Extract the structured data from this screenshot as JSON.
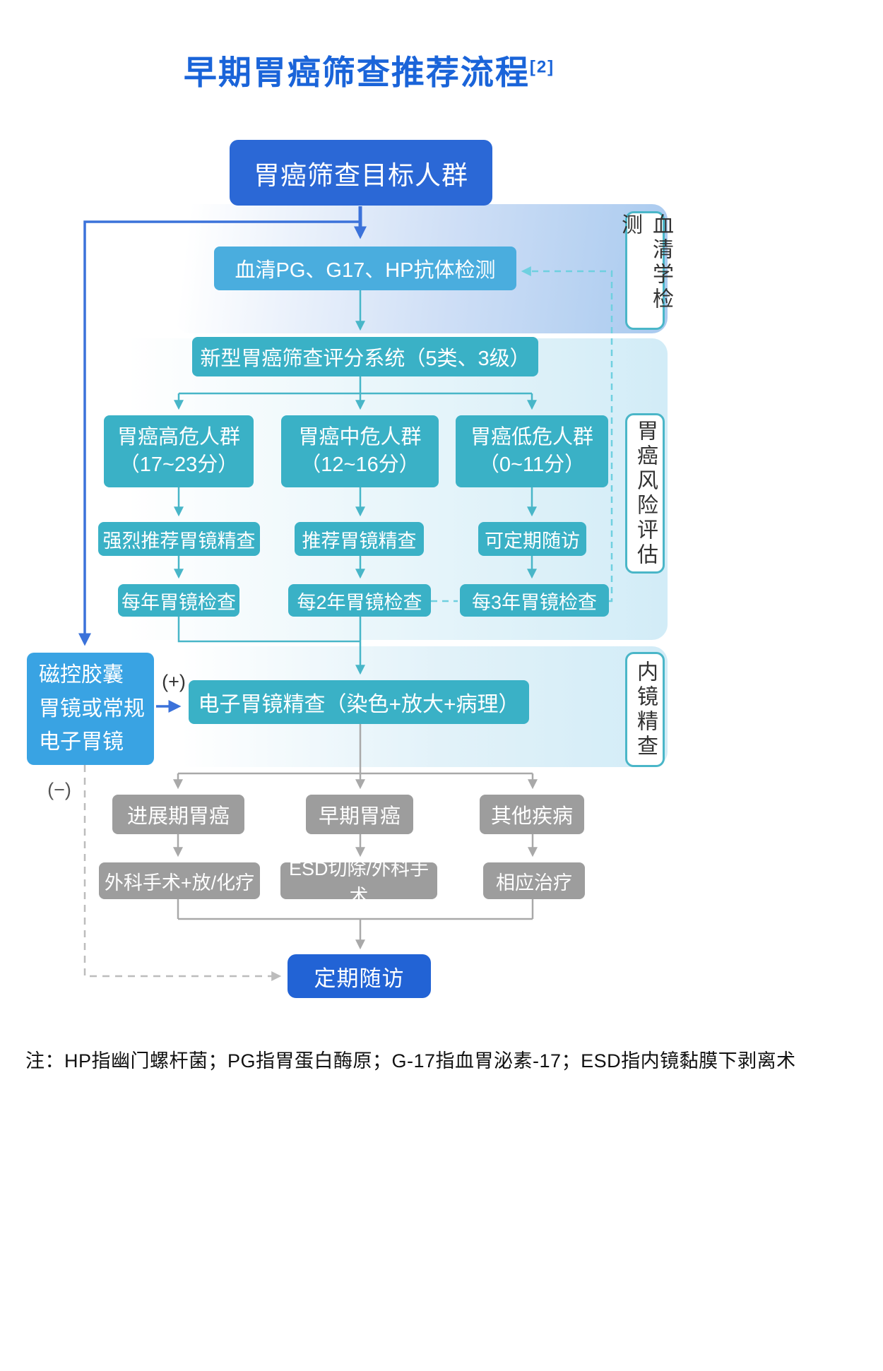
{
  "title": {
    "text": "早期胃癌筛查推荐流程",
    "sup": "[2]"
  },
  "flow": {
    "target": "胃癌筛查目标人群",
    "serum_test": "血清PG、G17、HP抗体检测",
    "scoring": "新型胃癌筛查评分系统（5类、3级）",
    "risk_high": {
      "line1": "胃癌高危人群",
      "line2": "（17~23分）"
    },
    "risk_mid": {
      "line1": "胃癌中危人群",
      "line2": "（12~16分）"
    },
    "risk_low": {
      "line1": "胃癌低危人群",
      "line2": "（0~11分）"
    },
    "rec_high": "强烈推荐胃镜精查",
    "rec_mid": "推荐胃镜精查",
    "rec_low": "可定期随访",
    "check_high": "每年胃镜检查",
    "check_mid": "每2年胃镜检查",
    "check_low": "每3年胃镜检查",
    "capsule": {
      "line1": "磁控胶囊",
      "line2": "胃镜或常规",
      "line3": "电子胃镜"
    },
    "endoscopy": "电子胃镜精查（染色+放大+病理）",
    "dx_advanced": "进展期胃癌",
    "dx_early": "早期胃癌",
    "dx_other": "其他疾病",
    "tx_surgery": "外科手术+放/化疗",
    "tx_esd": "ESD切除/外科手术",
    "tx_other": "相应治疗",
    "followup": "定期随访"
  },
  "signs": {
    "plus": "(+)",
    "minus": "(−)"
  },
  "side_labels": {
    "serology": "血清学检测",
    "risk": "胃癌风险评估",
    "endoscopy": "内镜精查"
  },
  "note": "注：HP指幽门螺杆菌；PG指胃蛋白酶原；G-17指血胃泌素-17；ESD指内镜黏膜下剥离术",
  "colors": {
    "title-blue": "#1a64d9",
    "node-dark-blue": "#2b68d6",
    "node-serum-blue": "#4aadde",
    "node-teal": "#3ab1c6",
    "node-capsule-blue": "#39a3e3",
    "node-gray": "#9d9d9d",
    "node-followup-blue": "#2263d5",
    "line-blue": "#3b72da",
    "line-teal": "#48b6c8",
    "line-teal-dash": "#6fd0e0",
    "line-gray": "#a9a9a9",
    "line-gray-dash": "#bcbcbc",
    "side-label-border": "#4ab6c8",
    "panel-blue": "#a9caef",
    "panel-cyan": "#d2ecf7"
  }
}
